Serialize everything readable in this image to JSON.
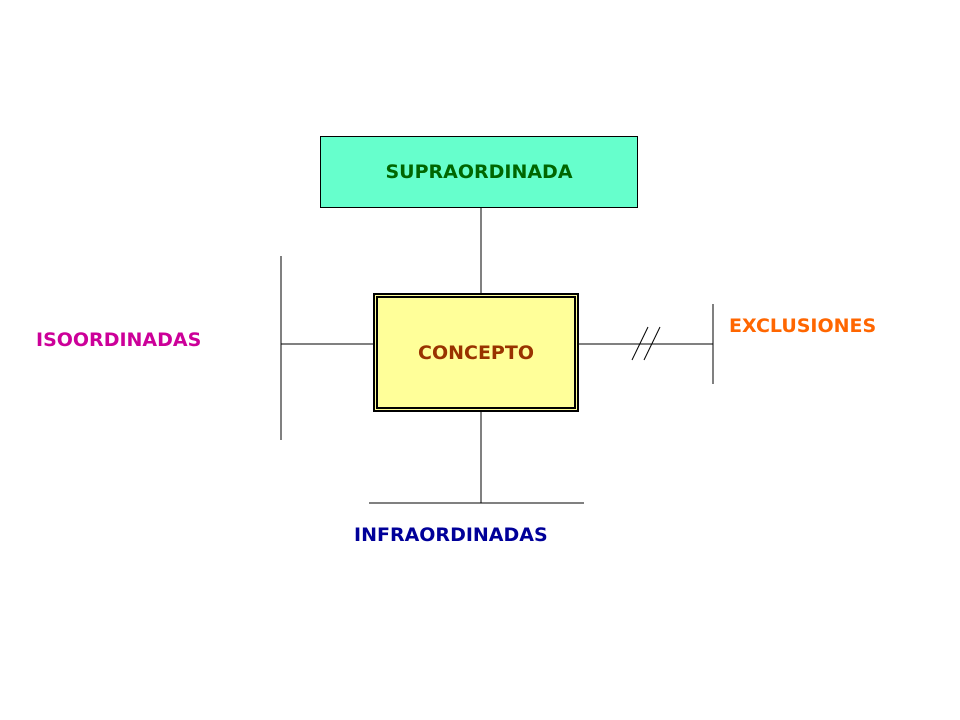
{
  "diagram": {
    "supraordinada": {
      "text": "SUPRAORDINADA",
      "fill": "#66FFCC",
      "color": "#006600"
    },
    "concepto": {
      "text": "CONCEPTO",
      "fill": "#FFFF99",
      "color": "#993300"
    },
    "isoordinadas": {
      "text": "ISOORDINADAS",
      "color": "#CC0099"
    },
    "exclusiones": {
      "text": "EXCLUSIONES",
      "color": "#FF6600"
    },
    "infraordinadas": {
      "text": "INFRAORDINADAS",
      "color": "#000099"
    },
    "line_color": "#000000"
  }
}
